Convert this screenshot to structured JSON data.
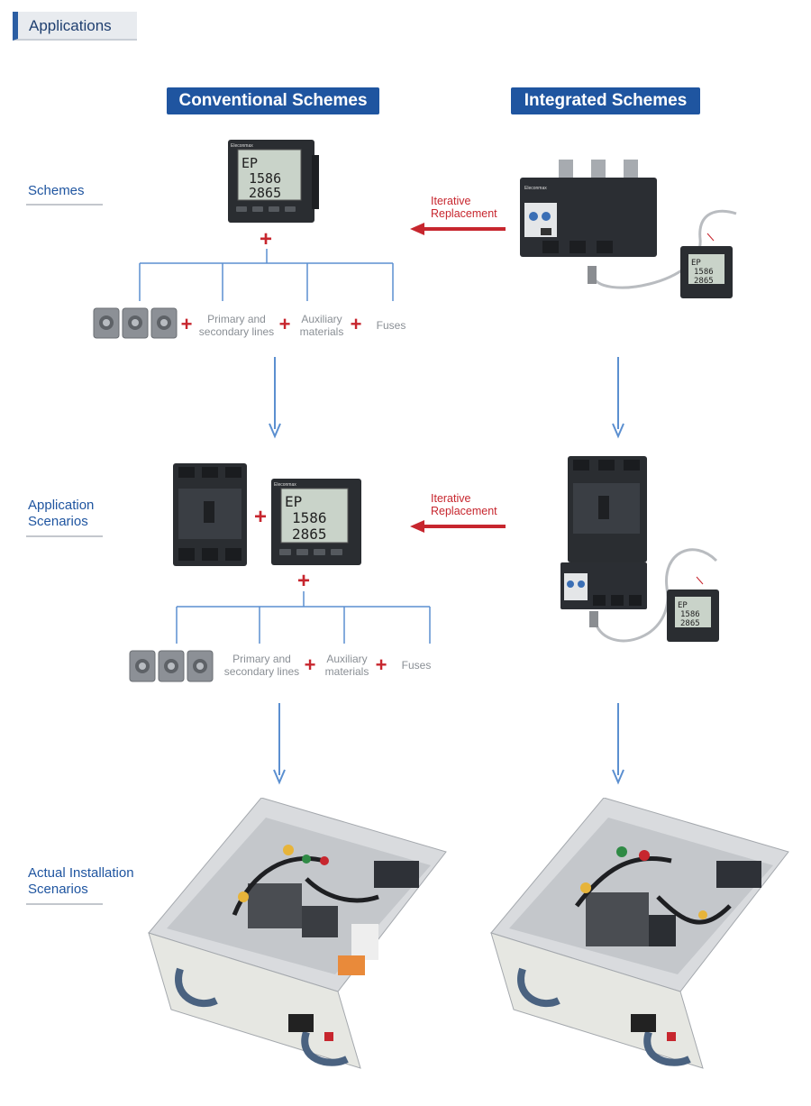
{
  "tab": {
    "title": "Applications"
  },
  "columns": {
    "left_title": "Conventional Schemes",
    "right_title": "Integrated Schemes"
  },
  "rows": {
    "schemes": "Schemes",
    "application_line1": "Application",
    "application_line2": "Scenarios",
    "actual_line1": "Actual Installation",
    "actual_line2": "Scenarios"
  },
  "components": {
    "primary_line1": "Primary and",
    "primary_line2": "secondary lines",
    "aux_line1": "Auxiliary",
    "aux_line2": "materials",
    "fuses": "Fuses"
  },
  "replacement": {
    "line1": "Iterative",
    "line2": "Replacement"
  },
  "meter_display": {
    "brand": "Eleconmax",
    "mode": "EP",
    "value1": "1586",
    "value2": "2865"
  },
  "colors": {
    "accent_blue": "#1f55a0",
    "arrow_red": "#c7262e",
    "connector_blue": "#5b8fd0"
  }
}
